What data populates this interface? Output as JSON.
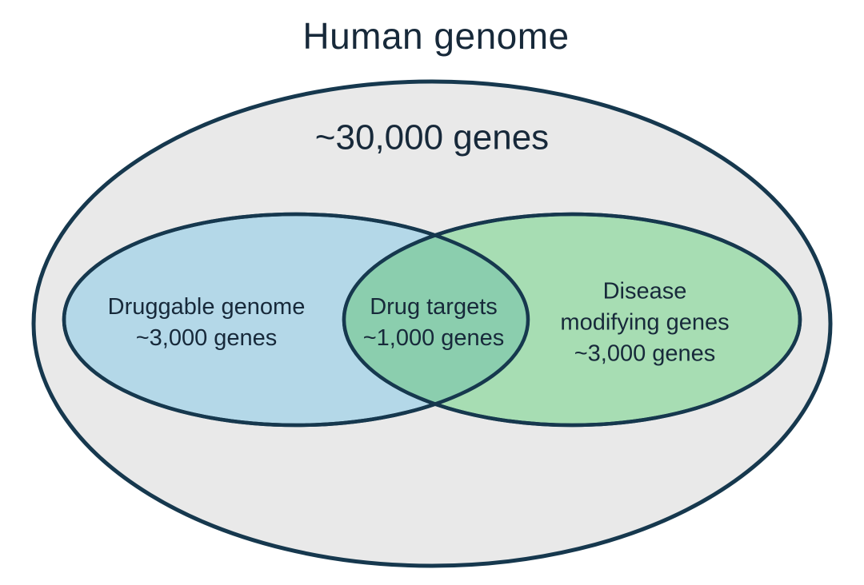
{
  "diagram": {
    "title": "Human genome",
    "stroke_color": "#16384e",
    "outer": {
      "label": "~30,000 genes",
      "fill": "#e9e9e9"
    },
    "druggable": {
      "line1": "Druggable genome",
      "line2": "~3,000 genes",
      "fill": "#b4d8e8"
    },
    "drug_targets": {
      "line1": "Drug targets",
      "line2": "~1,000 genes",
      "fill": "#8bceae"
    },
    "disease": {
      "line1": "Disease",
      "line2": "modifying genes",
      "line3": "~3,000 genes",
      "fill": "#a7ddb3"
    }
  }
}
